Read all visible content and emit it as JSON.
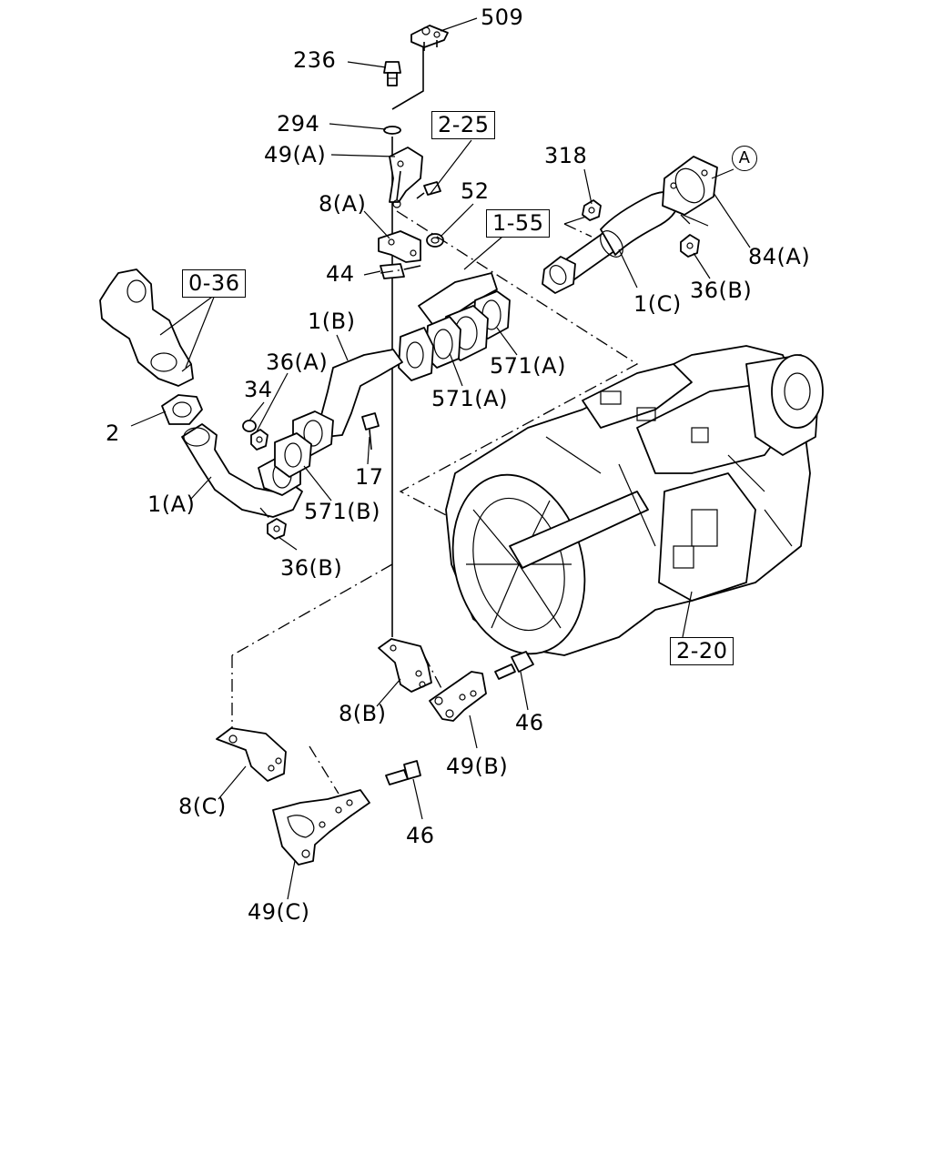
{
  "callouts": {
    "c509": "509",
    "c236": "236",
    "c294": "294",
    "c49a": "49(A)",
    "c8a": "8(A)",
    "c52": "52",
    "c318": "318",
    "c84a": "84(A)",
    "c44": "44",
    "c1c": "1(C)",
    "c36b_top": "36(B)",
    "c1b": "1(B)",
    "c36a": "36(A)",
    "c34": "34",
    "c571a_1": "571(A)",
    "c571a_2": "571(A)",
    "c2": "2",
    "c17": "17",
    "c1a": "1(A)",
    "c571b": "571(B)",
    "c36b_bot": "36(B)",
    "c8b": "8(B)",
    "c46_1": "46",
    "c49b": "49(B)",
    "c8c": "8(C)",
    "c46_2": "46",
    "c49c": "49(C)"
  },
  "references": {
    "r2_25": "2-25",
    "r1_55": "1-55",
    "r0_36": "0-36",
    "r2_20": "2-20",
    "marker_a": "A"
  }
}
